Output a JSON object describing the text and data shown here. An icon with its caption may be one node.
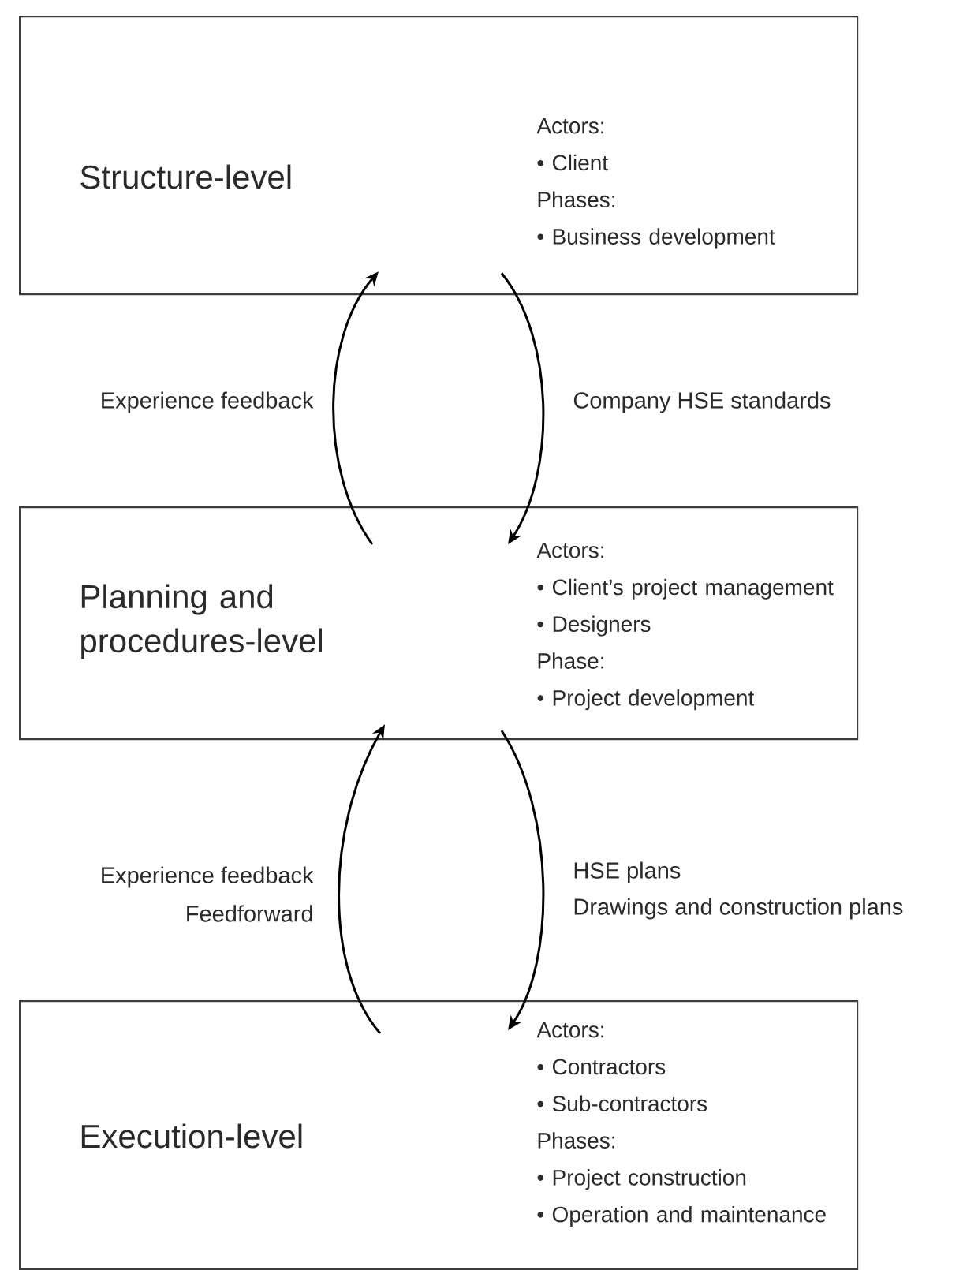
{
  "diagram": {
    "nodes": [
      {
        "text": [
          "Structure-level",
          "Actors:",
          "• Client",
          "Phases:",
          "• Business development"
        ]
      },
      {
        "text": [
          "Planning and procedures-level",
          "Actors:",
          "• Client’s project management",
          "• Designers",
          "Phase:",
          "• Project development"
        ]
      },
      {
        "text": [
          "Execution-level",
          "Actors:",
          "• Contractors",
          "• Sub-contractors",
          "Phases:",
          "• Project construction",
          "• Operation and maintenance"
        ]
      }
    ],
    "edges": [
      {
        "from": 1,
        "to": 0,
        "arrow": "to",
        "label": "Experience feedback"
      },
      {
        "from": 0,
        "to": 1,
        "arrow": "to",
        "label": "Company HSE standards"
      },
      {
        "from": 2,
        "to": 1,
        "arrow": "to",
        "label": "Experience feedback"
      },
      {
        "from": 1,
        "to": 2,
        "arrow": "to",
        "label": "HSE plans"
      }
    ],
    "labels": [
      "Feedforward",
      "Drawings and construction plans"
    ]
  }
}
